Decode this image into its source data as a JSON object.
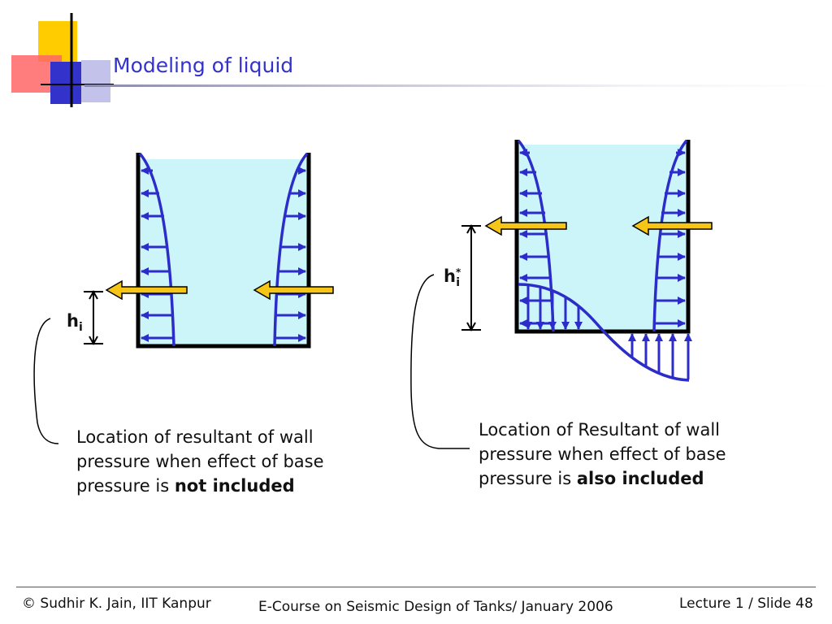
{
  "slide": {
    "title": "Modeling of liquid"
  },
  "left_diagram": {
    "label_main": "h",
    "label_sub": "i",
    "caption_prefix": "Location of resultant of wall pressure when effect of base pressure is ",
    "caption_bold": "not included"
  },
  "right_diagram": {
    "label_main": "h",
    "label_sup": "*",
    "label_sub": "i",
    "caption_prefix": "Location of Resultant of wall pressure when effect of base pressure is ",
    "caption_bold": "also included"
  },
  "footer": {
    "left": "© Sudhir K. Jain, IIT Kanpur",
    "center": "E-Course on Seismic Design of Tanks/ January 2006",
    "right": "Lecture 1 / Slide 48"
  },
  "colors": {
    "title": "#3333cc",
    "water": "#ccf5fa",
    "pressure_lines": "#2c2cc8",
    "resultant_arrow": "#f5c518",
    "tank_wall": "#000000"
  }
}
